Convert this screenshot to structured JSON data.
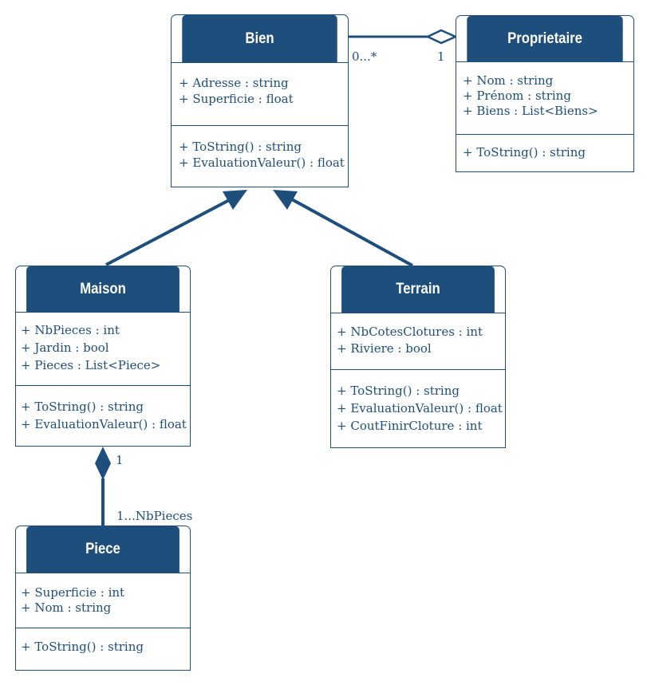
{
  "classes": {
    "bien": {
      "name": "Bien",
      "attributes": [
        "+ Adresse : string",
        "+ Superficie : float"
      ],
      "methods": [
        "+ ToString() : string",
        "+ EvaluationValeur() : float"
      ]
    },
    "proprietaire": {
      "name": "Proprietaire",
      "attributes": [
        "+ Nom : string",
        "+ Prénom : string",
        "+ Biens : List<Biens>"
      ],
      "methods": [
        "+ ToString() : string"
      ]
    },
    "maison": {
      "name": "Maison",
      "attributes": [
        "+ NbPieces : int",
        "+ Jardin : bool",
        "+ Pieces : List<Piece>"
      ],
      "methods": [
        "+ ToString() : string",
        "+ EvaluationValeur() : float"
      ]
    },
    "terrain": {
      "name": "Terrain",
      "attributes": [
        "+ NbCotesClotures : int",
        "+ Riviere : bool"
      ],
      "methods": [
        "+ ToString() : string",
        "+ EvaluationValeur() : float",
        "+ CoutFinirCloture : int"
      ]
    },
    "piece": {
      "name": "Piece",
      "attributes": [
        "+ Superficie : int",
        "+ Nom : string"
      ],
      "methods": [
        "+ ToString() : string"
      ]
    }
  },
  "relations": {
    "bien_proprietaire": {
      "type": "aggregation",
      "bien_multiplicity": "0...*",
      "proprietaire_multiplicity": "1"
    },
    "maison_piece": {
      "type": "composition",
      "maison_multiplicity": "1",
      "piece_multiplicity": "1...NbPieces"
    },
    "maison_bien": {
      "type": "inheritance"
    },
    "terrain_bien": {
      "type": "inheritance"
    }
  },
  "colors": {
    "primary": "#1d4e7c",
    "background": "#ffffff",
    "header_text": "#ffffff"
  }
}
